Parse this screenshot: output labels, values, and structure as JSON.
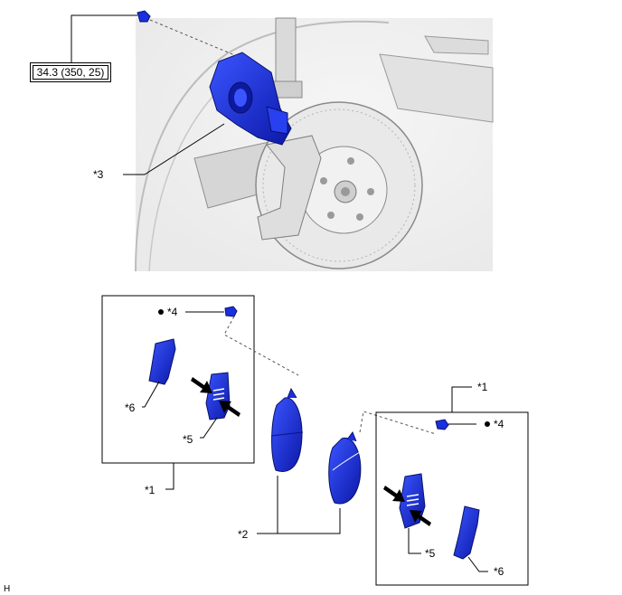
{
  "torque": {
    "value": "34.3 (350, 25)"
  },
  "callouts": {
    "c1_top": "*1",
    "c1_bottom": "*1",
    "c2": "*2",
    "c3": "*3",
    "c4_left": "*4",
    "c4_right": "*4",
    "c5_left": "*5",
    "c5_right": "*5",
    "c6_left": "*6",
    "c6_right": "*6"
  },
  "corner_mark": "H",
  "colors": {
    "part_blue": "#1a2fe0",
    "part_dark": "#0b158a",
    "grey_line": "#9a9a9a"
  }
}
